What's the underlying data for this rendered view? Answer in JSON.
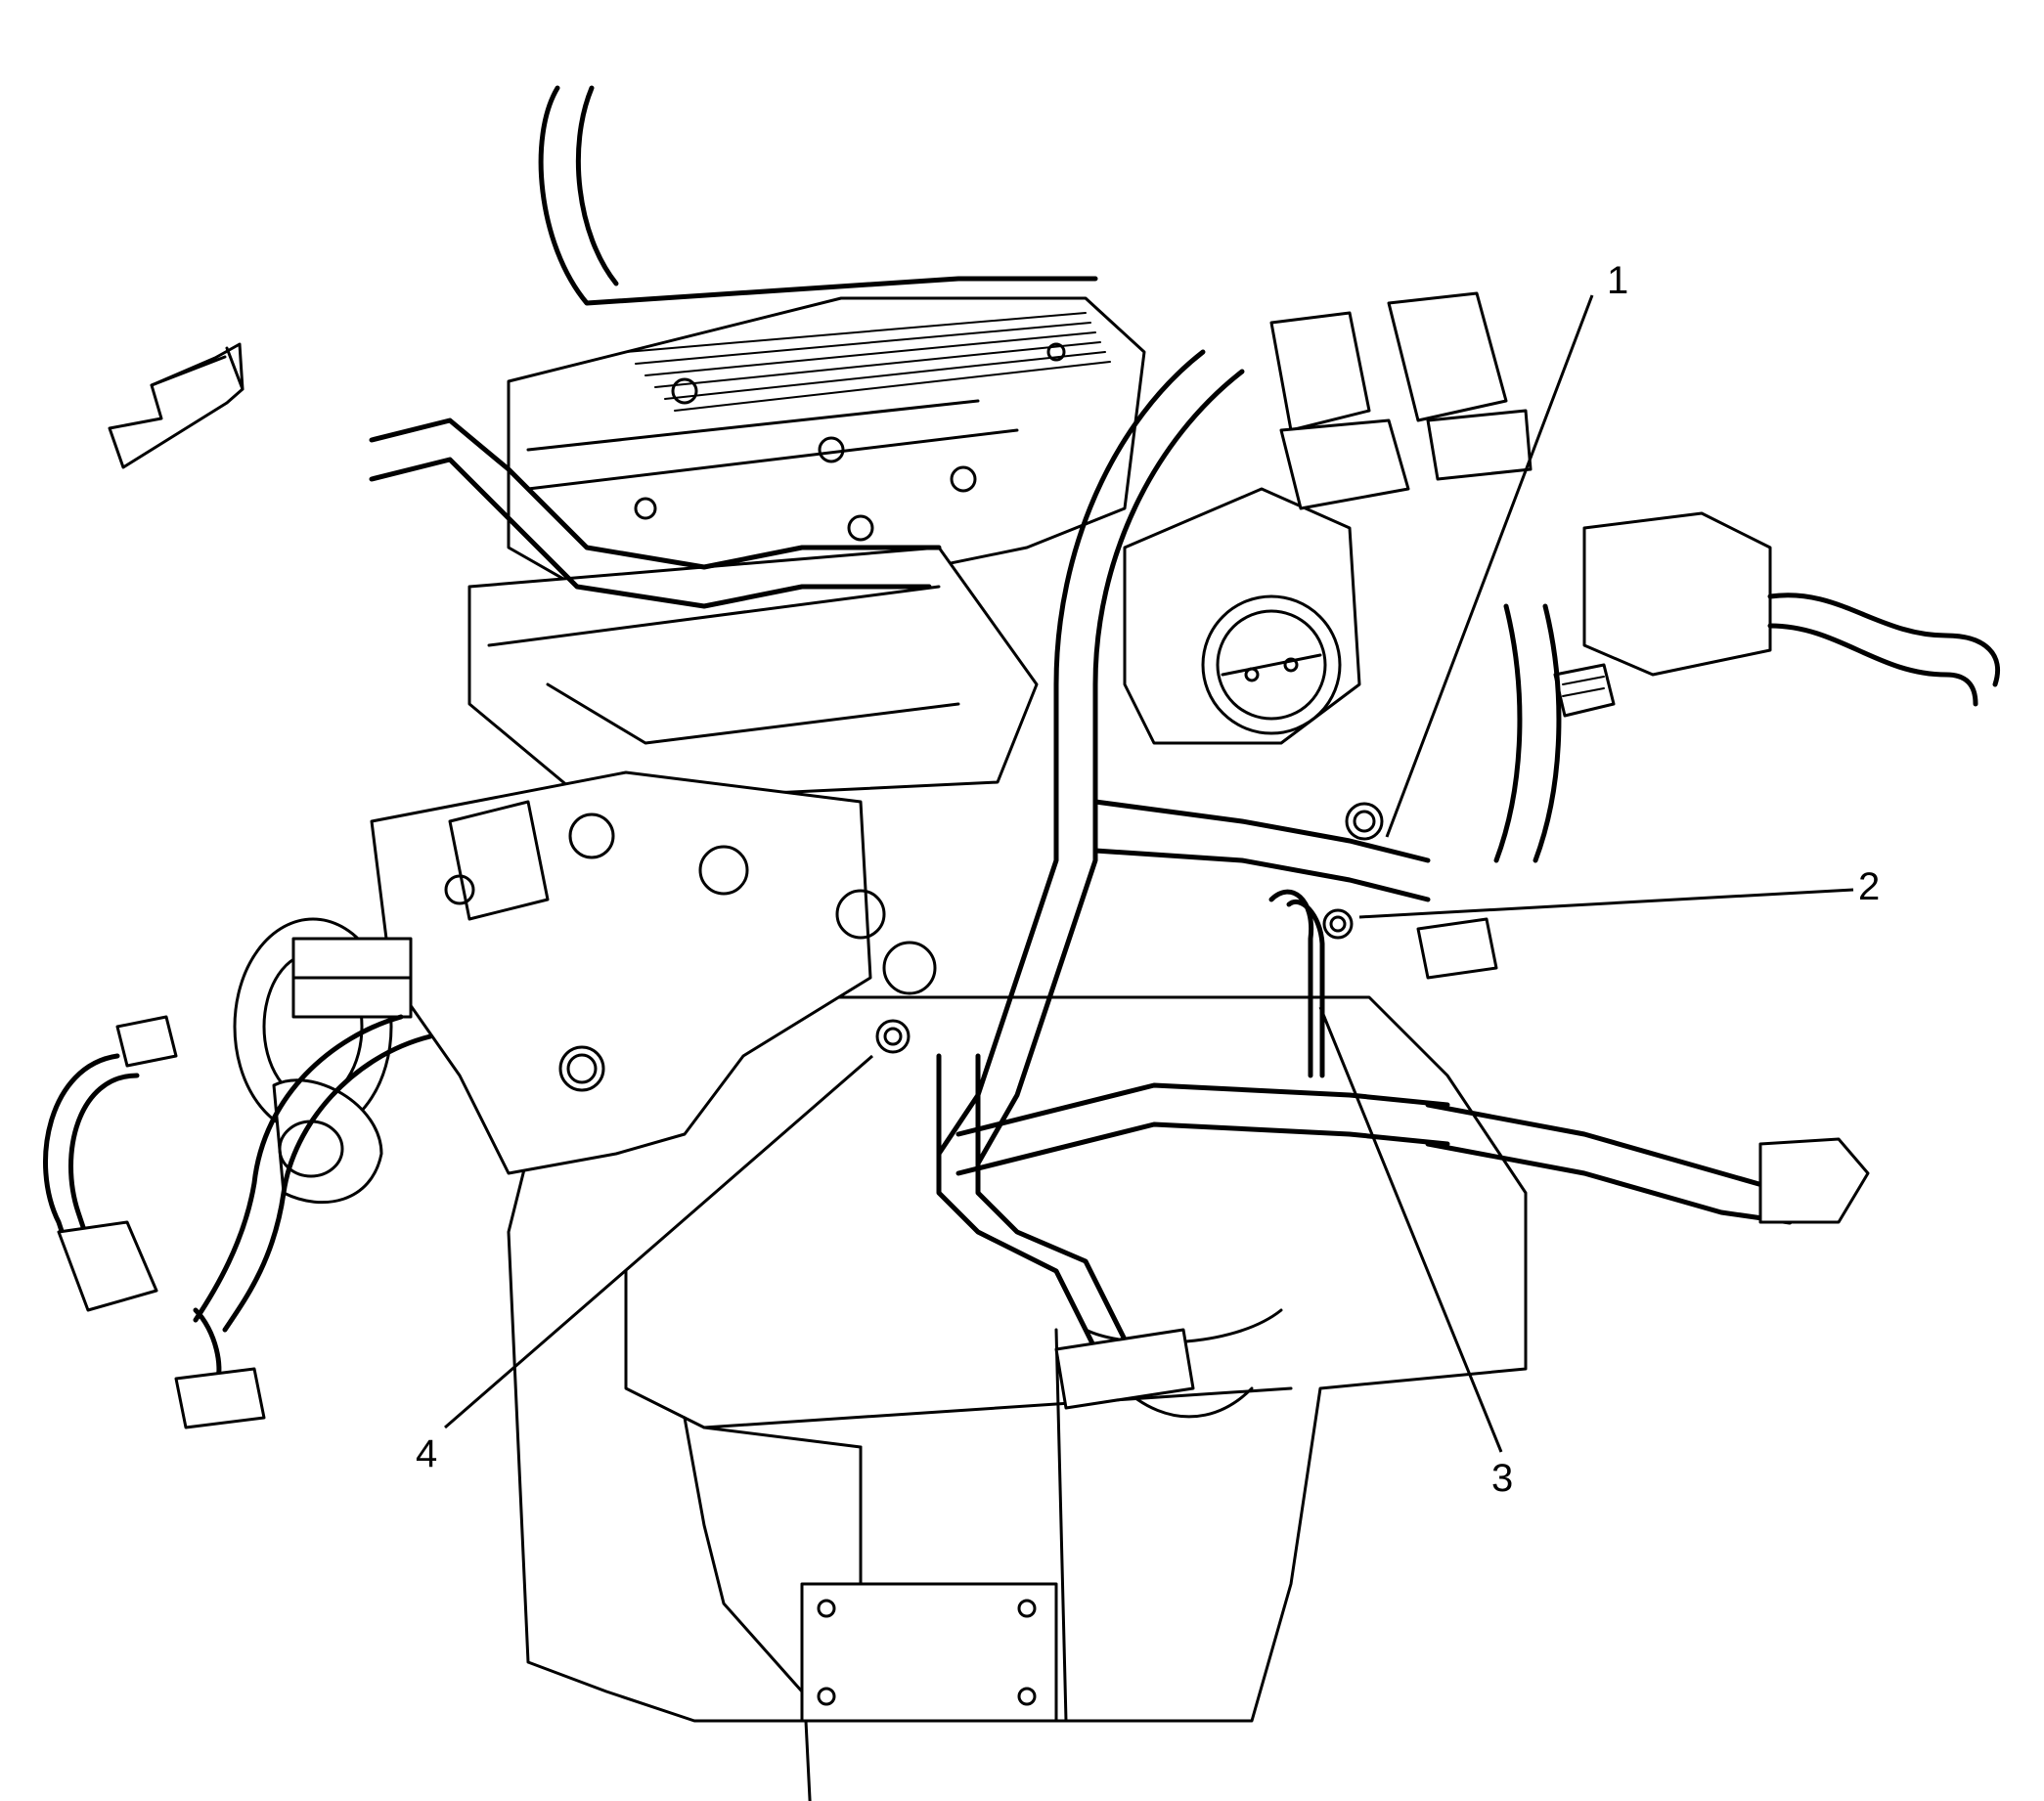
{
  "diagram": {
    "callouts": [
      {
        "id": "callout-1",
        "label": "1"
      },
      {
        "id": "callout-2",
        "label": "2"
      },
      {
        "id": "callout-3",
        "label": "3"
      },
      {
        "id": "callout-4",
        "label": "4"
      }
    ],
    "icons": [
      "front-direction-arrow-icon"
    ],
    "colors": {
      "line": "#000000",
      "background": "#ffffff"
    }
  }
}
